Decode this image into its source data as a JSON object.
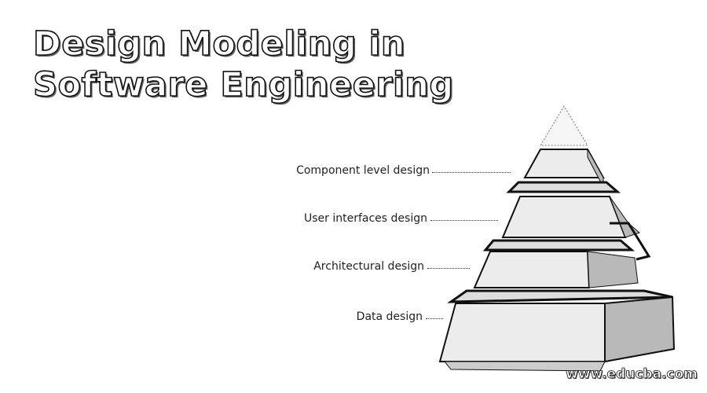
{
  "title": {
    "line1": "Design Modeling in",
    "line2": "Software Engineering"
  },
  "layers": [
    {
      "label": "Component level design"
    },
    {
      "label": "User interfaces design"
    },
    {
      "label": "Architectural design"
    },
    {
      "label": "Data design"
    }
  ],
  "watermark": "www.educba.com",
  "colors": {
    "face": "#ececec",
    "side": "#b9b9b9",
    "outline": "#111111",
    "text": "#222222"
  }
}
